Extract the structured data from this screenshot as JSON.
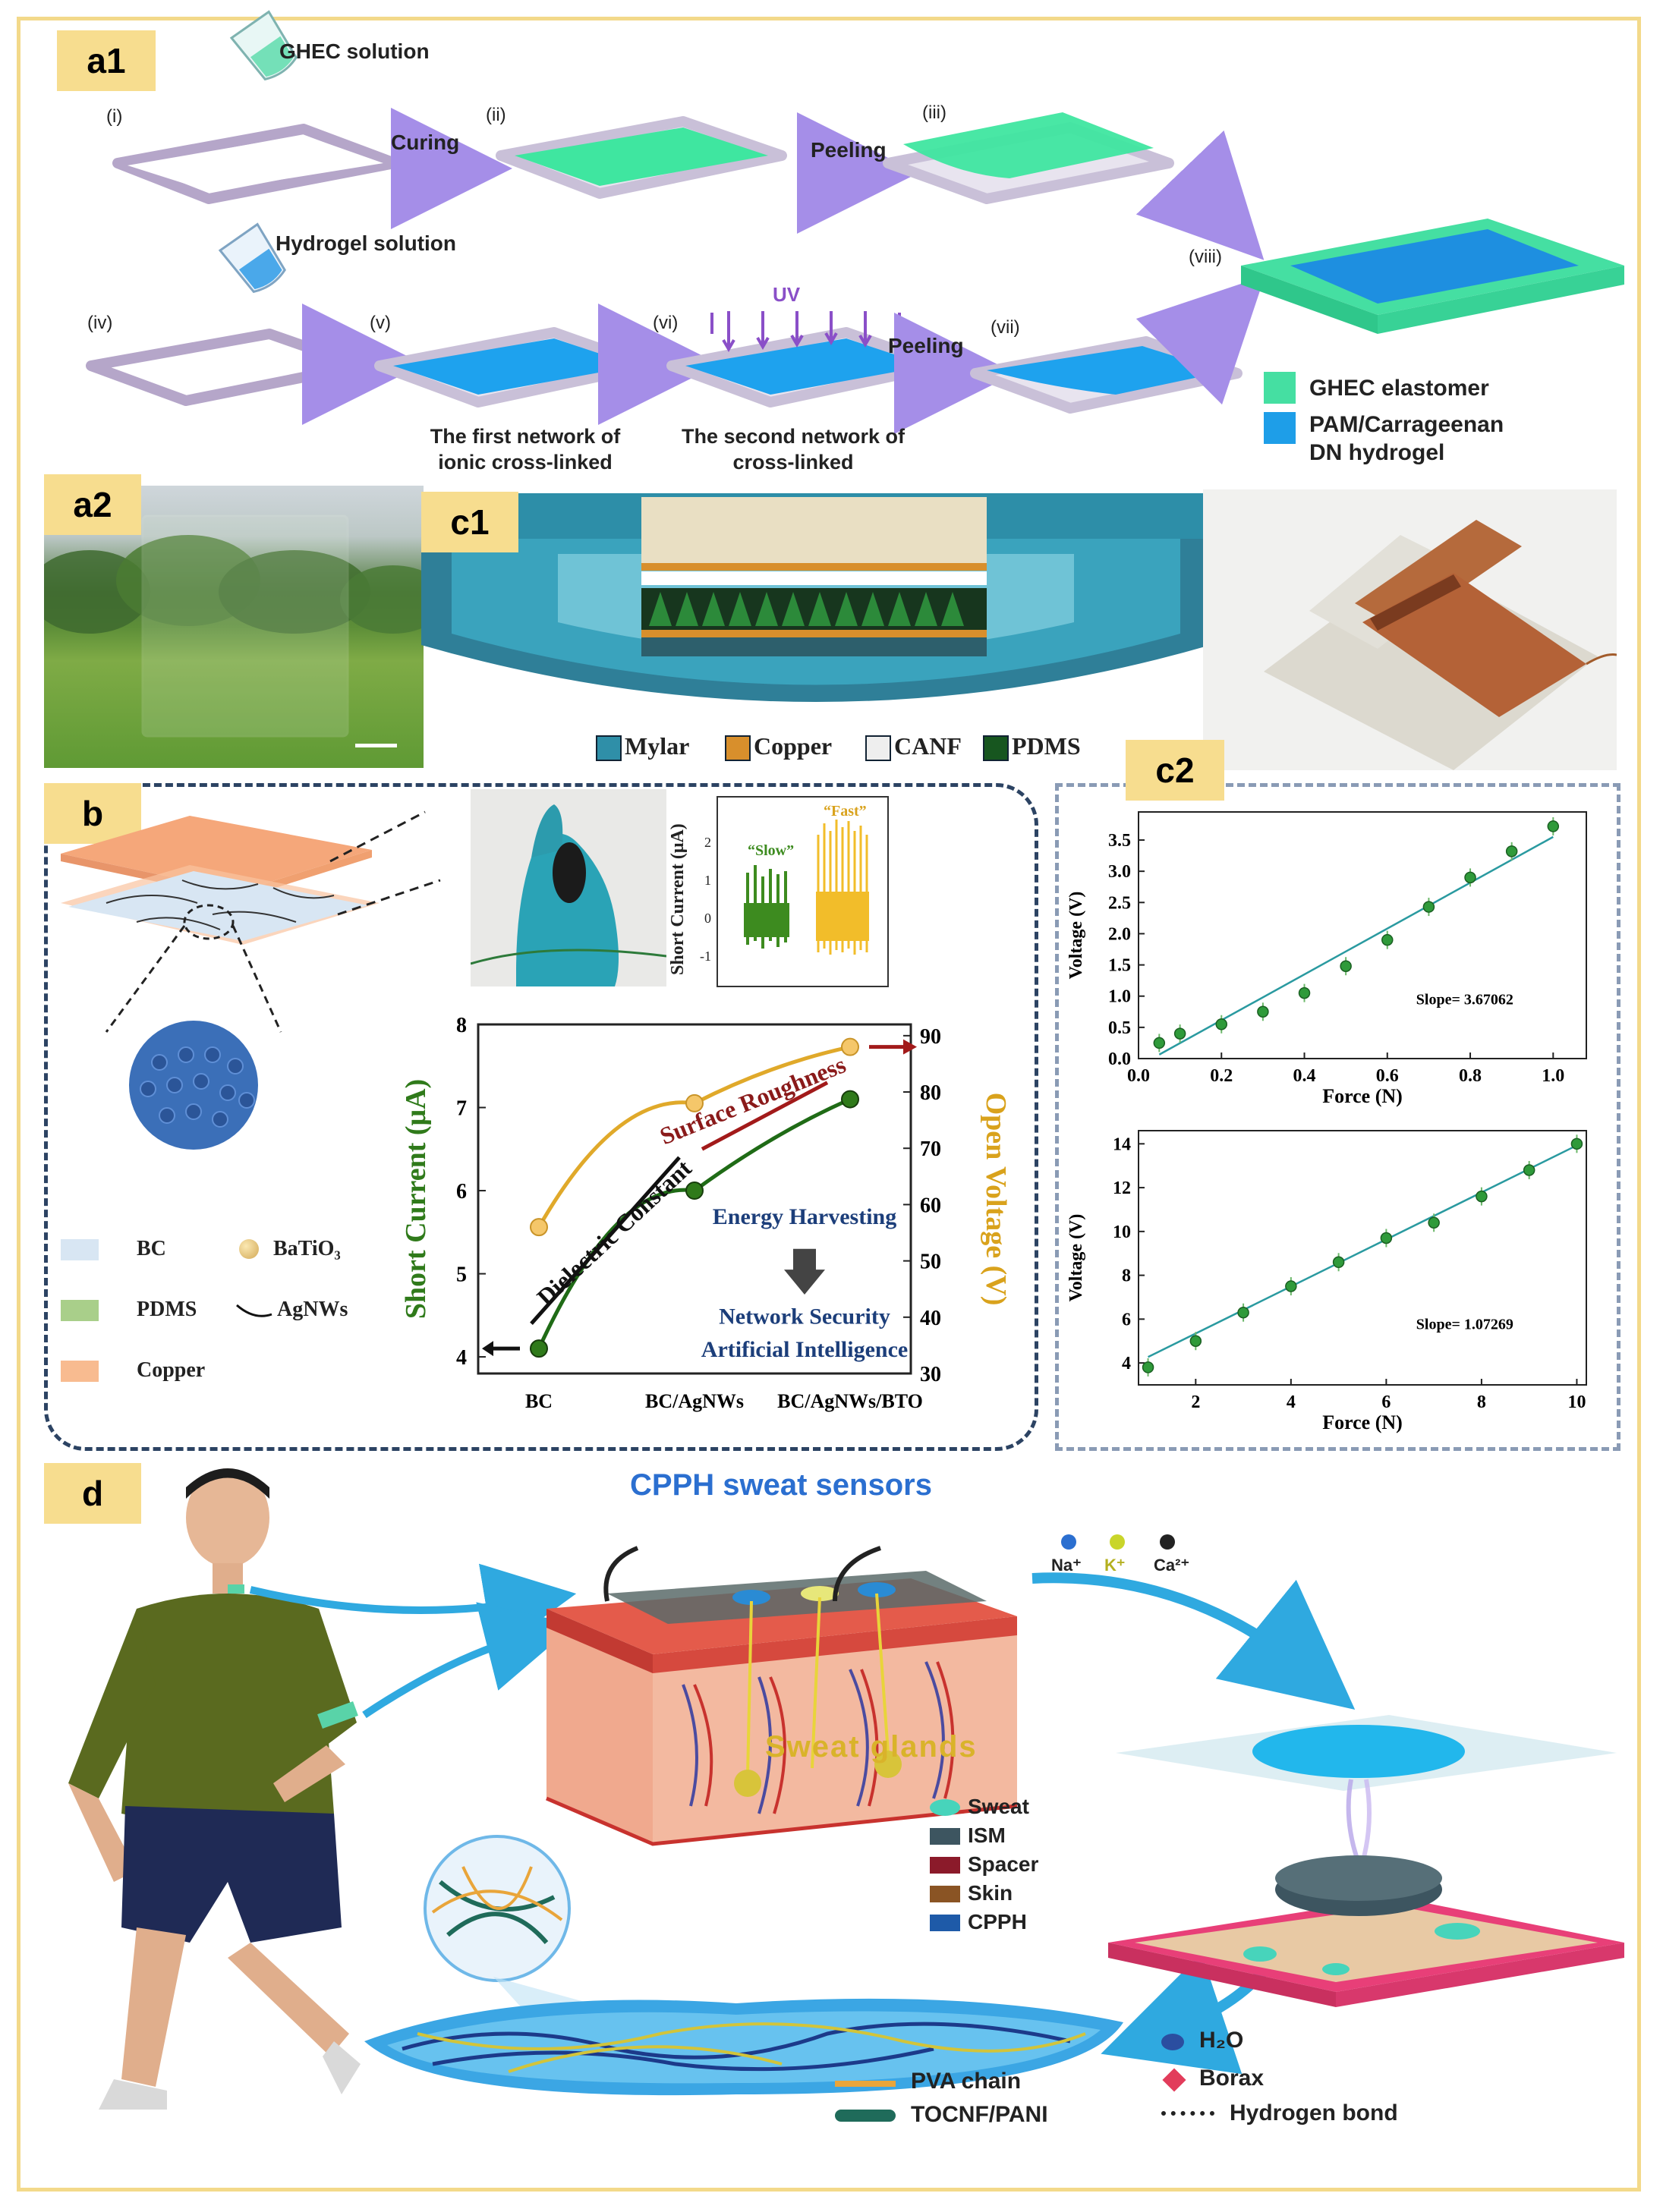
{
  "labels": {
    "a1": "a1",
    "a2": "a2",
    "b": "b",
    "c1": "c1",
    "c2": "c2",
    "d": "d"
  },
  "a1": {
    "ghec_solution": "GHEC solution",
    "hydrogel_solution": "Hydrogel solution",
    "step_i": "(i)",
    "step_ii": "(ii)",
    "step_iii": "(iii)",
    "step_iv": "(iv)",
    "step_v": "(v)",
    "step_vi": "(vi)",
    "step_vii": "(vii)",
    "step_viii": "(viii)",
    "curing": "Curing",
    "peeling1": "Peeling",
    "peeling2": "Peeling",
    "uv": "UV",
    "first_network_l1": "The first network of",
    "first_network_l2": "ionic cross-linked",
    "second_network_l1": "The second network of",
    "second_network_l2": "cross-linked",
    "legend_ghec": "GHEC elastomer",
    "legend_pam_l1": "PAM/Carrageenan",
    "legend_pam_l2": "DN hydrogel",
    "color_ghec": "#3fe0a0",
    "color_hydrogel": "#1e9ee8"
  },
  "c1": {
    "legend_mylar": "Mylar",
    "legend_copper": "Copper",
    "legend_canf": "CANF",
    "legend_pdms": "PDMS"
  },
  "b": {
    "legend_bc": "BC",
    "legend_batio3": "BaTiO₃",
    "legend_pdms": "PDMS",
    "legend_agnws": "AgNWs",
    "legend_copper": "Copper",
    "inset_ylabel": "Short Current (μA)",
    "inset_slow": "“Slow”",
    "inset_fast": "“Fast”",
    "inset_ticks": [
      "2",
      "1",
      "0",
      "-1"
    ],
    "dielectric": "Dielectric Constant",
    "roughness": "Surface Roughness",
    "energy": "Energy Harvesting",
    "network": "Network Security",
    "ai": "Artificial Intelligence"
  },
  "c2": {},
  "d": {
    "title": "CPPH sweat sensors",
    "glands": "Sweat glands",
    "ion_na": "Na⁺",
    "ion_k": "K⁺",
    "ion_ca": "Ca²⁺",
    "legend_sweat": "Sweat",
    "legend_ism": "ISM",
    "legend_spacer": "Spacer",
    "legend_skin": "Skin",
    "legend_cpph": "CPPH",
    "legend_h2o": "H₂O",
    "legend_borax": "Borax",
    "legend_pva": "PVA chain",
    "legend_tocnf": "TOCNF/PANI",
    "legend_hbond": "Hydrogen bond"
  },
  "chart_data": [
    {
      "type": "line",
      "panel": "b",
      "categories": [
        "BC",
        "BC/AgNWs",
        "BC/AgNWs/BTO"
      ],
      "series": [
        {
          "name": "Short Current (μA)",
          "values": [
            4.1,
            6.0,
            7.1
          ],
          "color": "#1f6b16"
        },
        {
          "name": "Open Voltage (V)",
          "values": [
            56,
            78,
            88
          ],
          "color": "#e0a92a"
        }
      ],
      "ylabel": "Short Current (μA)",
      "y2label": "Open Voltage (V)",
      "ylim": [
        3.8,
        8.0
      ],
      "y2lim": [
        30,
        92
      ],
      "yticks": [
        "4",
        "5",
        "6",
        "7",
        "8"
      ],
      "y2ticks": [
        "30",
        "40",
        "50",
        "60",
        "70",
        "80",
        "90"
      ]
    },
    {
      "type": "scatter",
      "panel": "c2-top",
      "x": [
        0.05,
        0.1,
        0.2,
        0.3,
        0.4,
        0.5,
        0.6,
        0.7,
        0.8,
        0.9,
        1.0
      ],
      "y": [
        0.25,
        0.4,
        0.55,
        0.75,
        1.05,
        1.48,
        1.9,
        2.43,
        2.9,
        3.32,
        3.72
      ],
      "fit_slope": 3.67062,
      "fit_intercept": -0.12,
      "annotation": "Slope= 3.67062",
      "xlabel": "Force (N)",
      "ylabel": "Voltage (V)",
      "xlim": [
        0.0,
        1.08
      ],
      "ylim": [
        0.0,
        3.95
      ],
      "xticks": [
        "0.0",
        "0.2",
        "0.4",
        "0.6",
        "0.8",
        "1.0"
      ],
      "yticks": [
        "0.0",
        "0.5",
        "1.0",
        "1.5",
        "2.0",
        "2.5",
        "3.0",
        "3.5"
      ]
    },
    {
      "type": "scatter",
      "panel": "c2-bottom",
      "x": [
        1,
        2,
        3,
        4,
        5,
        6,
        7,
        8,
        9,
        10
      ],
      "y": [
        3.8,
        5.0,
        6.3,
        7.5,
        8.6,
        9.7,
        10.4,
        11.6,
        12.8,
        14.0
      ],
      "fit_slope": 1.07269,
      "fit_intercept": 3.2,
      "annotation": "Slope= 1.07269",
      "xlabel": "Force (N)",
      "ylabel": "Voltage (V)",
      "xlim": [
        0.8,
        10.2
      ],
      "ylim": [
        3.0,
        14.6
      ],
      "xticks": [
        "2",
        "4",
        "6",
        "8",
        "10"
      ],
      "yticks": [
        "4",
        "6",
        "8",
        "10",
        "12",
        "14"
      ]
    }
  ]
}
